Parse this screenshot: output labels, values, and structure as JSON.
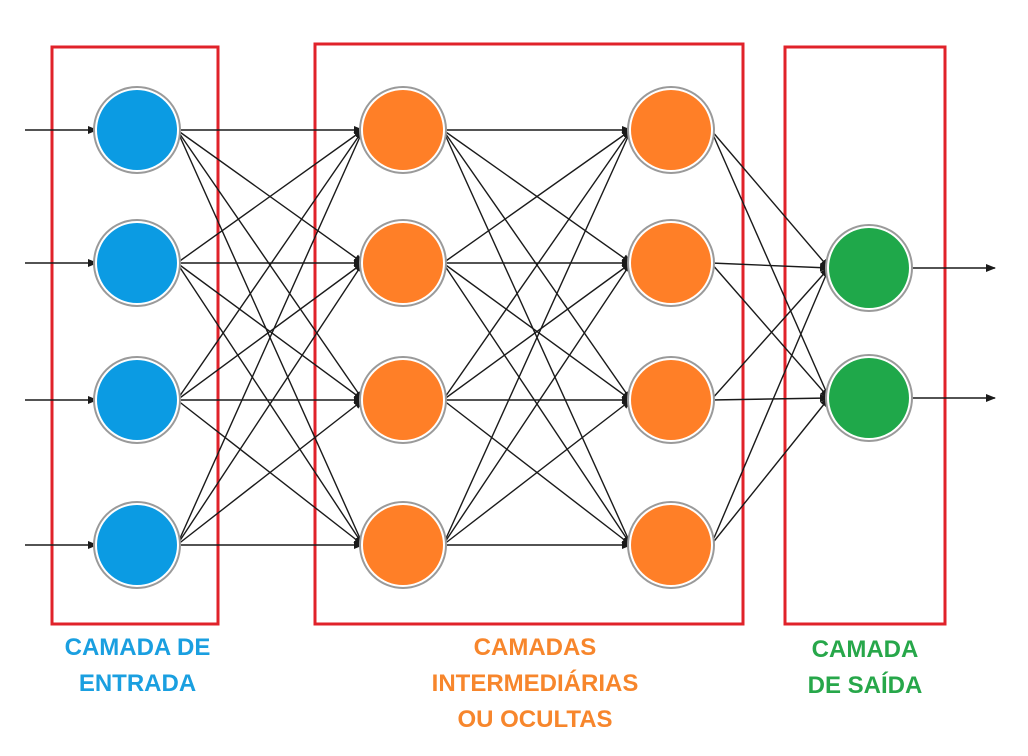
{
  "labels": {
    "input": {
      "lines": [
        "CAMADA DE",
        "ENTRADA"
      ]
    },
    "hidden": {
      "lines": [
        "CAMADAS",
        "INTERMEDIÁRIAS",
        "OU OCULTAS"
      ]
    },
    "output": {
      "lines": [
        "CAMADA",
        "DE SAÍDA"
      ]
    }
  },
  "colors": {
    "input_node": "#0b9be3",
    "hidden_node": "#ff7f27",
    "output_node": "#1fa84a",
    "box_border": "#e0222a",
    "edge": "#1a1a1a",
    "input_label": "#1a9fe0",
    "hidden_label": "#f7862c",
    "output_label": "#27a74a"
  },
  "network": {
    "layers": [
      {
        "name": "input",
        "nodes": 4
      },
      {
        "name": "hidden-1",
        "nodes": 4
      },
      {
        "name": "hidden-2",
        "nodes": 4
      },
      {
        "name": "output",
        "nodes": 2
      }
    ],
    "fully_connected": true
  }
}
